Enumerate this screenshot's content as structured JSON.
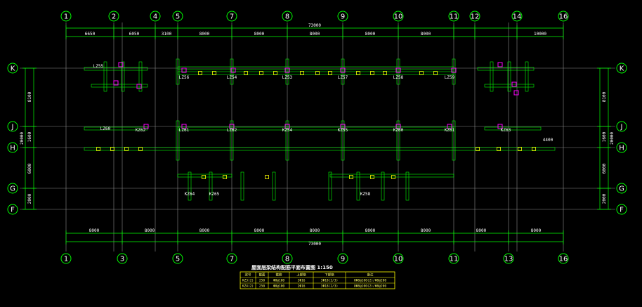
{
  "drawing": {
    "title": "屋面层梁结构配筋平面布置图 1:150",
    "colors": {
      "background": "#000000",
      "grid_line": "#8a8a8a",
      "dimension_line": "#00ff00",
      "beam_magenta": "#ff00ff",
      "beam_yellow": "#ffff00",
      "table_line": "#ffff00",
      "axis_bubble": "#00ff00",
      "text": "#ffffff"
    }
  },
  "axes": {
    "top_numbers": [
      "1",
      "2",
      "4",
      "5",
      "7",
      "8",
      "9",
      "10",
      "11",
      "12",
      "14",
      "16"
    ],
    "bottom_numbers": [
      "1",
      "3",
      "5",
      "7",
      "8",
      "9",
      "10",
      "11",
      "13",
      "16"
    ],
    "row_letters": [
      "K",
      "J",
      "H",
      "G",
      "F"
    ]
  },
  "dimensions": {
    "top_total": "73000",
    "top_segments": [
      "6650",
      "6050",
      "3100",
      "8000",
      "8000",
      "8000",
      "8000",
      "8000",
      "10000"
    ],
    "bottom_total": "73000",
    "bottom_segments": [
      "8000",
      "8000",
      "8000",
      "8000",
      "8000",
      "8000",
      "8000",
      "8000",
      "8000"
    ],
    "left_segments": [
      "8100",
      "1600",
      "6000",
      "2000"
    ],
    "left_total": "20000",
    "right_segments": [
      "8100",
      "1600",
      "6000",
      "2000"
    ],
    "right_total": "20000",
    "right_edge_label": "4400"
  },
  "beam_labels": [
    "LZ55",
    "LZ56",
    "LZ54",
    "LZ53",
    "LZ57",
    "LZ58",
    "LZ59",
    "LZ60",
    "LZ61",
    "LZ62",
    "KZ54",
    "KZ55",
    "KZ60",
    "KZ61",
    "KZ62",
    "KZ63",
    "KZ64",
    "KZ65",
    "KZ58"
  ],
  "schedule_table": {
    "header": [
      "梁号",
      "截面",
      "箍筋",
      "上部筋",
      "下部筋",
      "备注"
    ],
    "rows": [
      [
        "KZ3(2)",
        "250",
        "Φ8@100",
        "2Φ16",
        "3Φ18(2/3)",
        "8Φ8@100(2)/Φ8@200"
      ],
      [
        "KZ4(2)",
        "250",
        "Φ8@100",
        "2Φ16",
        "3Φ18(2/3)",
        "8Φ8@100(2)/Φ8@200"
      ]
    ]
  }
}
